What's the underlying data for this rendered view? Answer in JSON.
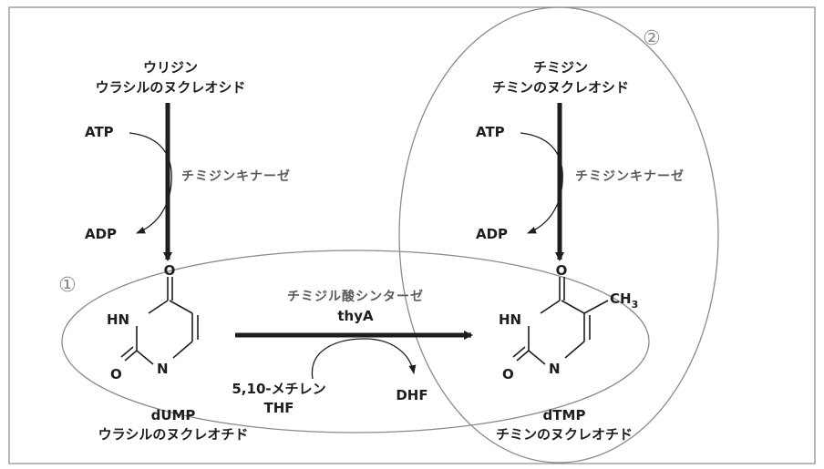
{
  "left_pathway": {
    "source_name": "ウリジン",
    "source_desc": "ウラシルのヌクレオシド",
    "atp": "ATP",
    "adp": "ADP",
    "enzyme": "チミジンキナーゼ",
    "product_name": "dUMP",
    "product_desc": "ウラシルのヌクレオチド",
    "region_marker": "①"
  },
  "right_pathway": {
    "source_name": "チミジン",
    "source_desc": "チミンのヌクレオシド",
    "atp": "ATP",
    "adp": "ADP",
    "enzyme": "チミジンキナーゼ",
    "product_name": "dTMP",
    "product_desc": "チミンのヌクレオチド",
    "region_marker": "②"
  },
  "conversion": {
    "enzyme": "チミジル酸シンターゼ",
    "gene": "thyA",
    "cofactor_in_line1": "5,10-メチレン",
    "cofactor_in_line2": "THF",
    "cofactor_out": "DHF"
  },
  "structure_labels": {
    "carbonyl_top": "O",
    "nh": "HN",
    "carbonyl_bottom": "O",
    "ring_n": "N",
    "methyl": "CH",
    "methyl_sub": "3"
  }
}
